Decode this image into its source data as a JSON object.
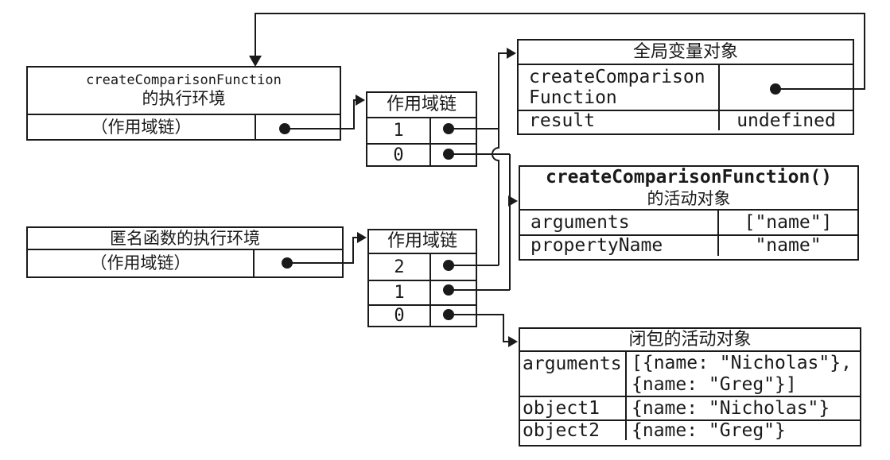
{
  "exec_context_top": {
    "title_code": "createComparisonFunction",
    "title_cjk": "的执行环境",
    "scope_chain_label": "（作用域链）"
  },
  "scope_chain_top": {
    "title": "作用域链",
    "indices": [
      "1",
      "0"
    ]
  },
  "global_object": {
    "title": "全局变量对象",
    "rows": [
      {
        "key": "createComparison\nFunction",
        "value": ""
      },
      {
        "key": "result",
        "value": "undefined"
      }
    ]
  },
  "activation_object": {
    "title_code": "createComparisonFunction()",
    "title_cjk": "的活动对象",
    "rows": [
      {
        "key": "arguments",
        "value": "[\"name\"]"
      },
      {
        "key": "propertyName",
        "value": "\"name\""
      }
    ]
  },
  "exec_context_bottom": {
    "title": "匿名函数的执行环境",
    "scope_chain_label": "（作用域链）"
  },
  "scope_chain_bottom": {
    "title": "作用域链",
    "indices": [
      "2",
      "1",
      "0"
    ]
  },
  "closure_object": {
    "title": "闭包的活动对象",
    "rows": [
      {
        "key": "arguments",
        "value": "[{name: \"Nicholas\"},\n{name: \"Greg\"}]"
      },
      {
        "key": "object1",
        "value": "{name: \"Nicholas\"}"
      },
      {
        "key": "object2",
        "value": "{name: \"Greg\"}"
      }
    ]
  }
}
